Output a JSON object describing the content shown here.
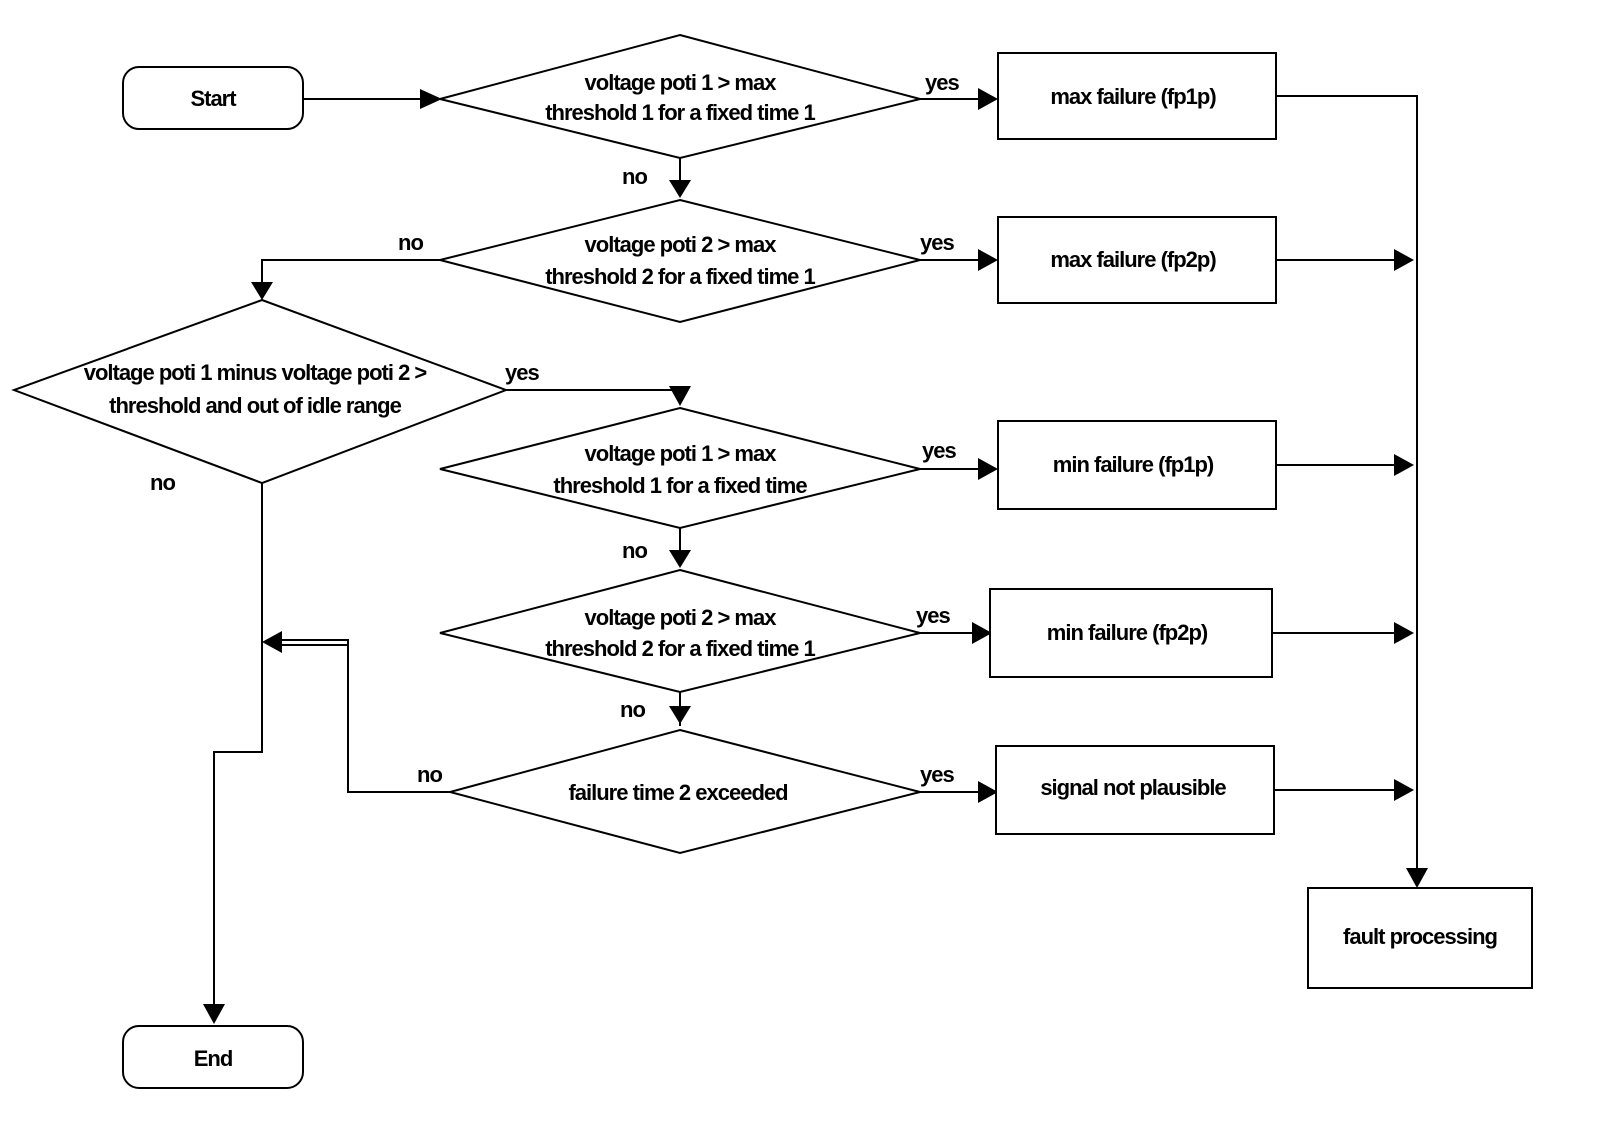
{
  "flowchart": {
    "start": "Start",
    "end": "End",
    "decision_max1": [
      "voltage poti 1 > max",
      "threshold 1 for a fixed time 1"
    ],
    "decision_max2": [
      "voltage poti 2 > max",
      "threshold 2 for a fixed time 1"
    ],
    "decision_diff": [
      "voltage poti 1 minus voltage poti 2 >",
      "threshold and out of  idle range"
    ],
    "decision_min1": [
      "voltage poti 1 > max",
      "threshold 1 for a fixed time"
    ],
    "decision_min2": [
      "voltage poti 2 > max",
      "threshold 2 for a fixed time 1"
    ],
    "decision_failure_time": "failure time 2  exceeded",
    "box_max_fp1p": "max failure (fp1p)",
    "box_max_fp2p": "max failure (fp2p)",
    "box_min_fp1p": "min failure (fp1p)",
    "box_min_fp2p": "min failure (fp2p)",
    "box_signal": "signal not plausible",
    "box_fault": "fault processing",
    "label_yes": "yes",
    "label_no": "no"
  }
}
